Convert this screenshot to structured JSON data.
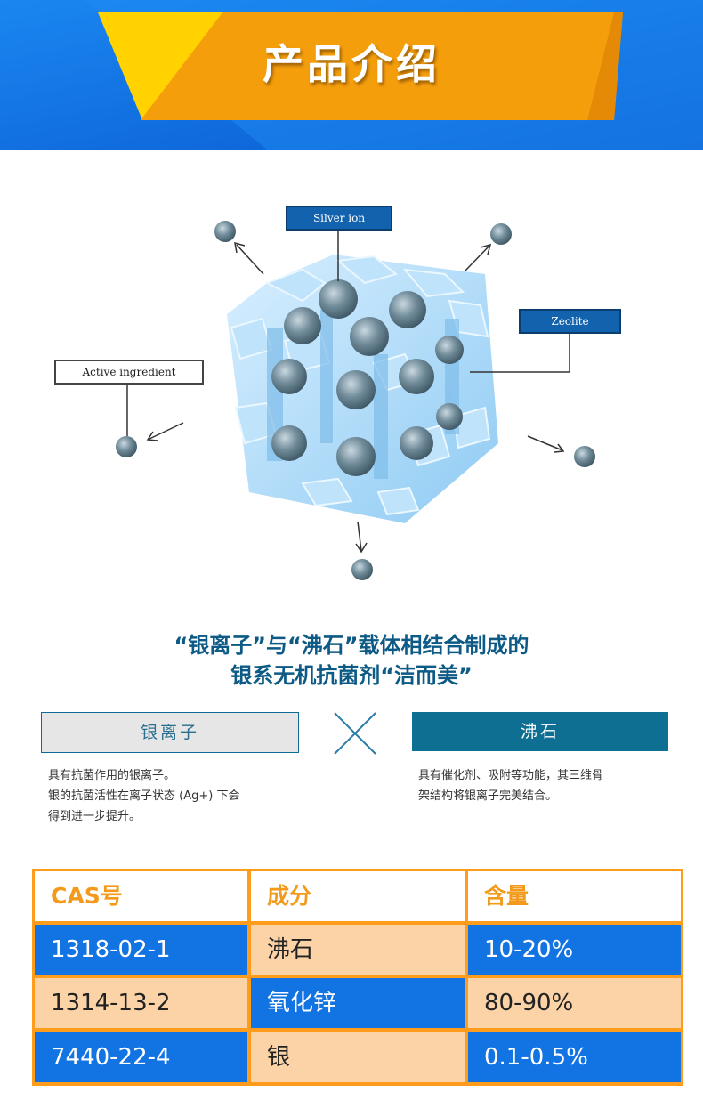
{
  "header": {
    "title": "产品介绍"
  },
  "diagram": {
    "silver_ion_label": "Silver ion",
    "zeolite_label": "Zeolite",
    "active_label": "Active ingredient"
  },
  "headline": {
    "line1": "“银离子”与“沸石”载体相结合制成的",
    "line2": "银系无机抗菌剂“洁而美”"
  },
  "compare": {
    "left_title": "银离子",
    "right_title": "沸石",
    "left_desc": [
      "具有抗菌作用的银离子。",
      "银的抗菌活性在离子状态 (Ag+) 下会",
      "得到进一步提升。"
    ],
    "right_desc": [
      "具有催化剂、吸附等功能，其三维骨",
      "架结构将银离子完美结合。"
    ]
  },
  "table": {
    "headers": [
      "CAS号",
      "成分",
      "含量"
    ],
    "rows": [
      [
        "1318-02-1",
        "沸石",
        "10-20%"
      ],
      [
        "1314-13-2",
        "氧化锌",
        "80-90%"
      ],
      [
        "7440-22-4",
        "银",
        "0.1-0.5%"
      ]
    ]
  },
  "colors": {
    "banner_blue": "#0b6fe0",
    "banner_orange": "#f7a00f",
    "banner_yellow": "#ffd000",
    "headline_blue": "#0c5a85",
    "table_orange": "#ff9c1b",
    "table_blue": "#1273e3",
    "table_peach": "#fbd3a7"
  }
}
